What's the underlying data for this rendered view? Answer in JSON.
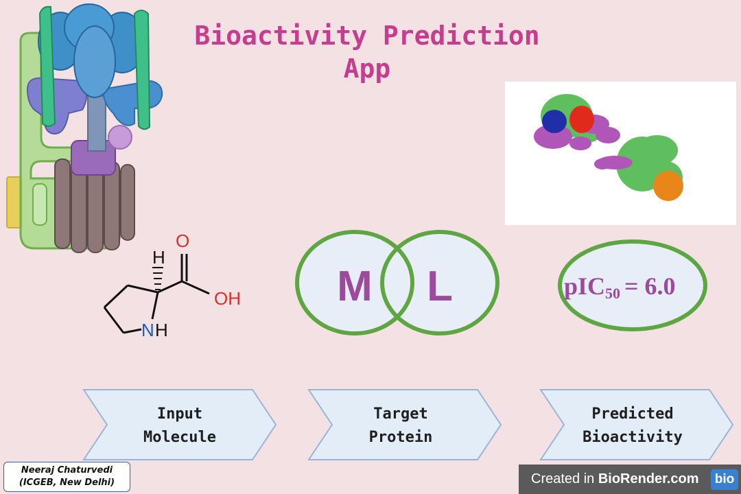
{
  "title": {
    "line1": "Bioactivity Prediction",
    "line2": "App"
  },
  "molecule": {
    "atom_h": "H",
    "atom_o": "O",
    "atom_oh": "OH",
    "atom_n": "N",
    "atom_nh_h": "H"
  },
  "venn": {
    "left": "M",
    "right": "L"
  },
  "prediction": {
    "label": "pIC",
    "subscript": "50",
    "value": "= 6.0"
  },
  "steps": [
    {
      "line1": "Input",
      "line2": "Molecule"
    },
    {
      "line1": "Target",
      "line2": "Protein"
    },
    {
      "line1": "Predicted",
      "line2": "Bioactivity"
    }
  ],
  "credit": {
    "line1": "Neeraj Chaturvedi",
    "line2": "(ICGEB, New Delhi)"
  },
  "badge": {
    "text_prefix": "Created in ",
    "text_brand": "BioRender.com",
    "logo": "bio"
  },
  "colors": {
    "title": "#c53d8e",
    "ellipse_stroke": "#5ea642",
    "ellipse_fill": "#e8eef8",
    "venn_text": "#9c4a9c",
    "background": "#f3e1e3"
  }
}
